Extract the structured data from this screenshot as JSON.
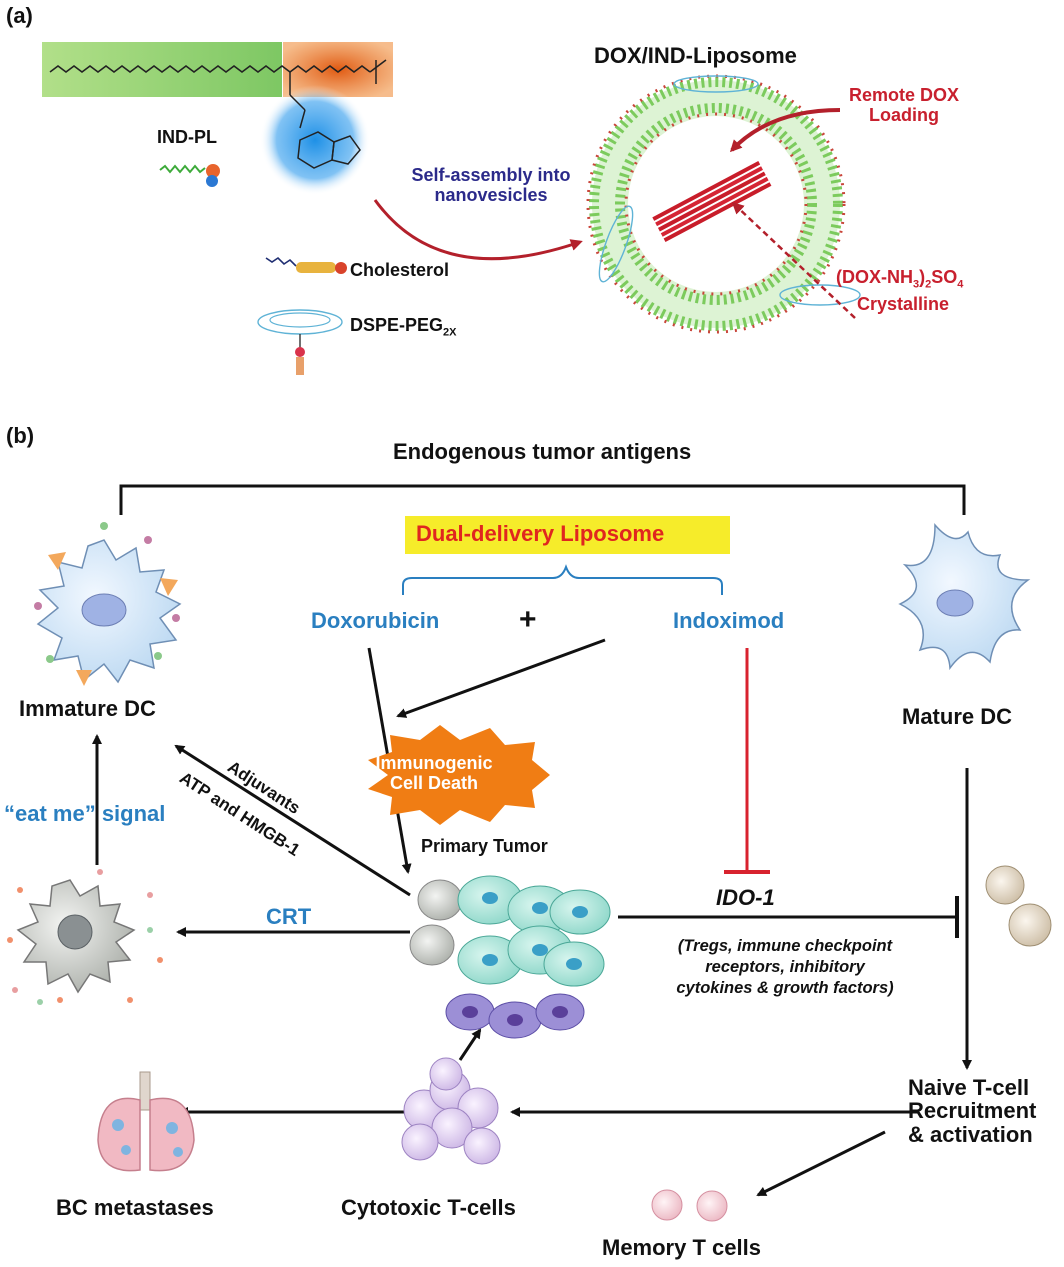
{
  "panel_a": {
    "label": "(a)",
    "ind_pl": "IND-PL",
    "self_assembly": [
      "Self-assembly into",
      "nanovesicles"
    ],
    "cholesterol": "Cholesterol",
    "dspe_peg": "DSPE-PEG",
    "dspe_peg_sub": "2X",
    "liposome_title": "DOX/IND-Liposome",
    "remote_loading": [
      "Remote DOX",
      "Loading"
    ],
    "crystal_pre": "(DOX-NH",
    "crystal_sub1": "3",
    "crystal_mid": ")",
    "crystal_sub2": "2",
    "crystal_post": "SO",
    "crystal_sub3": "4",
    "crystalline": "Crystalline"
  },
  "panel_b": {
    "label": "(b)",
    "endogenous": "Endogenous tumor antigens",
    "dual_delivery": "Dual-delivery Liposome",
    "doxorubicin": "Doxorubicin",
    "plus": "+",
    "indoximod": "Indoximod",
    "immature_dc": "Immature DC",
    "mature_dc": "Mature DC",
    "icd": [
      "Immunogenic",
      "Cell Death"
    ],
    "adjuvants": "Adjuvants",
    "atp": "ATP and HMGB-1",
    "eat_me": "“eat me” signal",
    "primary_tumor": "Primary Tumor",
    "ido1": "IDO-1",
    "crt": "CRT",
    "tregs": [
      "(Tregs, immune checkpoint",
      "receptors, inhibitory",
      "cytokines & growth factors)"
    ],
    "naive": [
      "Naive T-cell",
      "Recruitment",
      "& activation"
    ],
    "bc_metastases": "BC metastases",
    "cytotoxic": "Cytotoxic T-cells",
    "memory": "Memory T cells"
  },
  "colors": {
    "label_blue": "#2a7fc0",
    "accent_red": "#c8202e",
    "assembly_navy": "#2b2a8a",
    "highlight_yellow": "#f6ec2a",
    "icd_orange": "#f07d14",
    "chain_green": "#7cc75a",
    "head_orange": "#e8711e"
  }
}
